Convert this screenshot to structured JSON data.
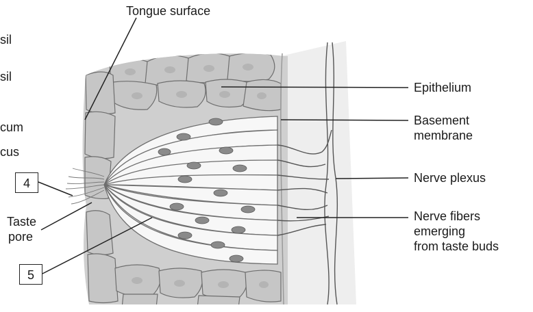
{
  "left_partial_labels": [
    "sil",
    "sil",
    "cum",
    "cus"
  ],
  "labels": {
    "tongue_surface": "Tongue surface",
    "epithelium": "Epithelium",
    "basement_line1": "Basement",
    "basement_line2": "membrane",
    "nerve_plexus": "Nerve plexus",
    "nerve_fibers_line1": "Nerve fibers",
    "nerve_fibers_line2": "emerging",
    "nerve_fibers_line3": "from taste buds",
    "taste_line1": "Taste",
    "taste_line2": "pore"
  },
  "boxes": {
    "box4": "4",
    "box5": "5"
  },
  "colors": {
    "tissue_fill": "#cfcfcf",
    "cell_outline": "#6e6e6e",
    "bud_cell": "#f7f7f7",
    "nucleus": "#8a8a8a",
    "connective": "#eeeeee",
    "leader": "#222222"
  }
}
